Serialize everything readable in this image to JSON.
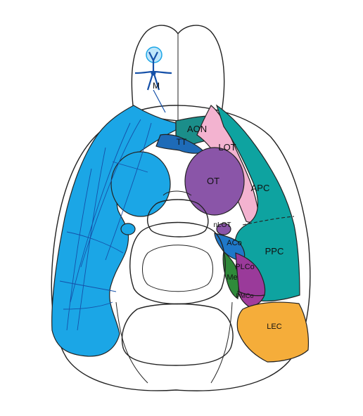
{
  "colors": {
    "olfactory_bulb": "#ffffff",
    "left_cortex_blue": "#1ba6e6",
    "vessel_dark_blue": "#1550a8",
    "aon_teal": "#1b8e8a",
    "lot_pink": "#f3b3d0",
    "apc_teal": "#0ea3a0",
    "ot_purple": "#8a55a8",
    "tt_blue": "#1e6bb8",
    "acoa_blue": "#1f78c8",
    "plco_magenta": "#9a3a9a",
    "me_green": "#2f8a3a",
    "pmco_magenta": "#a23c9c",
    "lec_orange": "#f5ad3a",
    "outline": "#222222"
  },
  "labels": {
    "m": "M",
    "aon": "AON",
    "tt": "TT",
    "lot": "LOT",
    "ot": "OT",
    "apc": "APC",
    "nlot": "nLOT",
    "aco": "ACo",
    "plco": "PLCo",
    "me": "Me",
    "pmco": "PMCo",
    "ppc": "PPC",
    "lec": "LEC"
  }
}
